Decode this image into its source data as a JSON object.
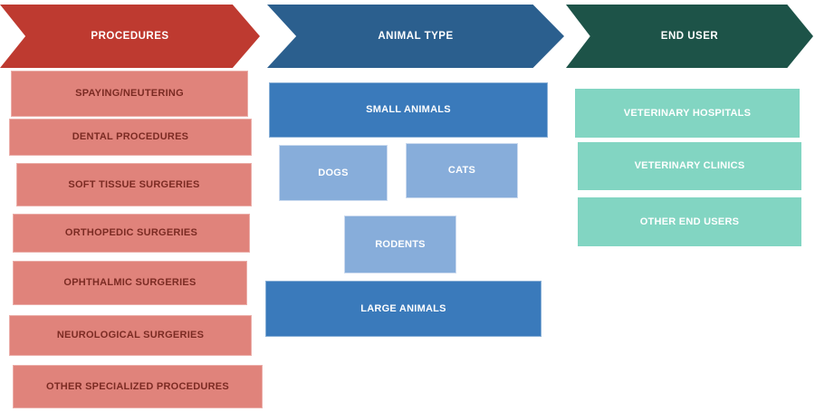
{
  "diagram": {
    "title": "veterinary-surgical-procedures-market-segmentation",
    "columns": [
      {
        "id": "procedures",
        "header": {
          "label": "PROCEDURES"
        },
        "colors": {
          "arrow": "#BE3A30",
          "box_fill": "#E0837B",
          "box_text": "#7B2B23",
          "header_text": "#FFFFFF"
        },
        "items": [
          {
            "label": "SPAYING/NEUTERING"
          },
          {
            "label": "DENTAL PROCEDURES"
          },
          {
            "label": "SOFT TISSUE SURGERIES"
          },
          {
            "label": "ORTHOPEDIC SURGERIES"
          },
          {
            "label": "OPHTHALMIC SURGERIES"
          },
          {
            "label": "NEUROLOGICAL SURGERIES"
          },
          {
            "label": "OTHER  SPECIALIZED PROCEDURES"
          }
        ]
      },
      {
        "id": "animal-type",
        "header": {
          "label": "ANIMAL TYPE"
        },
        "colors": {
          "arrow": "#2B5F8E",
          "box_primary_fill": "#3A7ABB",
          "box_secondary_fill": "#87ADDA",
          "box_text": "#FFFFFF",
          "header_text": "#FFFFFF"
        },
        "items": [
          {
            "label": "SMALL ANIMALS",
            "variant": "primary"
          },
          {
            "label": "DOGS",
            "variant": "secondary"
          },
          {
            "label": "CATS",
            "variant": "secondary"
          },
          {
            "label": "RODENTS",
            "variant": "secondary"
          },
          {
            "label": "LARGE ANIMALS",
            "variant": "primary"
          }
        ]
      },
      {
        "id": "end-user",
        "header": {
          "label": "END USER"
        },
        "colors": {
          "arrow": "#1D5348",
          "box_fill": "#82D5C2",
          "box_text": "#FFFFFF",
          "header_text": "#FFFFFF"
        },
        "items": [
          {
            "label": "VETERINARY HOSPITALS"
          },
          {
            "label": "VETERINARY CLINICS"
          },
          {
            "label": "OTHER END USERS"
          }
        ]
      }
    ]
  }
}
